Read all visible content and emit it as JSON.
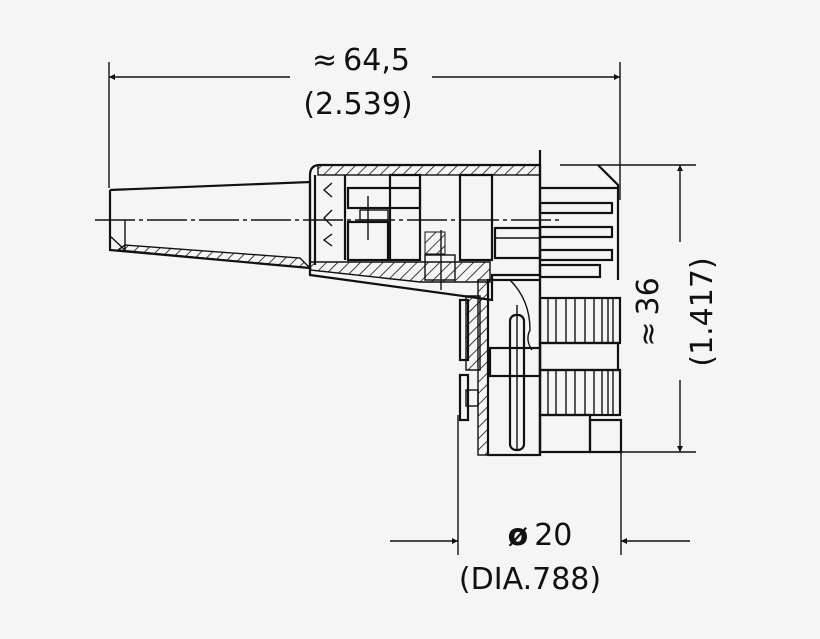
{
  "drawing": {
    "title": "Right-angle circular connector dimension drawing",
    "background": "#f5f5f5",
    "line_color": "#111111"
  },
  "dimensions": {
    "length": {
      "approx_symbol": "≈",
      "metric": "64,5",
      "imperial": "(2.539)"
    },
    "height": {
      "approx_symbol": "≈",
      "metric": "36",
      "imperial": "(1.417)"
    },
    "diameter": {
      "symbol": "ø",
      "metric": "20",
      "imperial": "(DIA.788)"
    }
  }
}
